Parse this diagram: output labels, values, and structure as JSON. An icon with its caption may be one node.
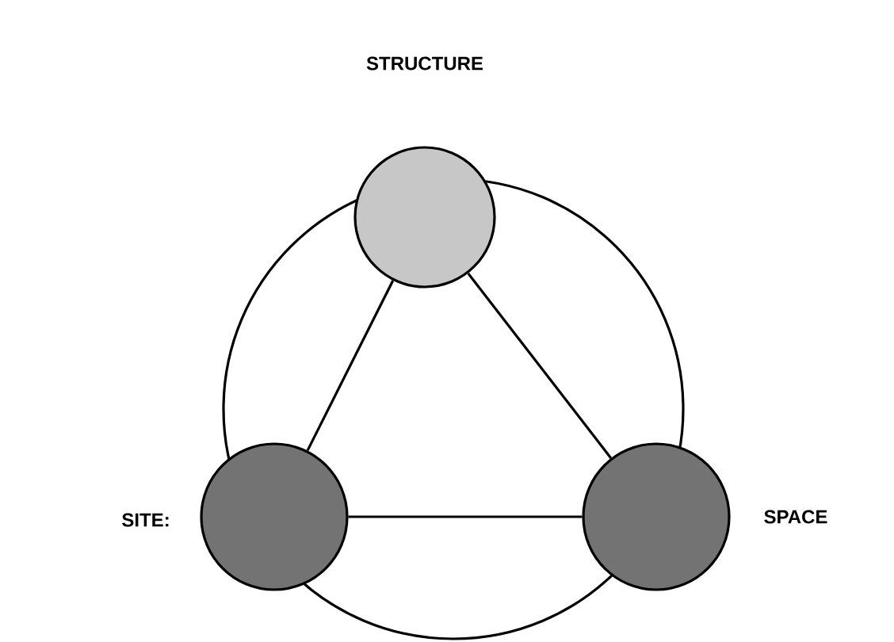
{
  "diagram": {
    "nodes": [
      {
        "text": [
          "STRUCTURE"
        ]
      },
      {
        "text": [
          "SITE:"
        ]
      },
      {
        "text": [
          "SPACE"
        ]
      }
    ],
    "edges": [
      {
        "from": 0,
        "to": 1,
        "arrow": "none"
      },
      {
        "from": 0,
        "to": 2,
        "arrow": "none"
      },
      {
        "from": 1,
        "to": 2,
        "arrow": "none"
      }
    ]
  }
}
